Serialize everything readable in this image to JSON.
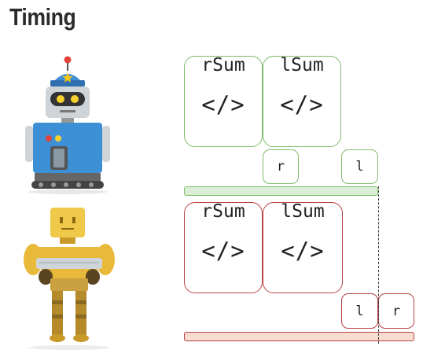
{
  "title": "Timing",
  "top_row": {
    "color": "#7dbb6b",
    "tasks": [
      {
        "name": "rSum",
        "code": "</>"
      },
      {
        "name": "lSum",
        "code": "</>"
      }
    ],
    "small": [
      "r",
      "l"
    ]
  },
  "bottom_row": {
    "color": "#b84444",
    "tasks": [
      {
        "name": "rSum",
        "code": "</>"
      },
      {
        "name": "lSum",
        "code": "</>"
      }
    ],
    "small": [
      "l",
      "r"
    ]
  },
  "icons": [
    "blue-robot-icon",
    "yellow-robot-icon"
  ]
}
